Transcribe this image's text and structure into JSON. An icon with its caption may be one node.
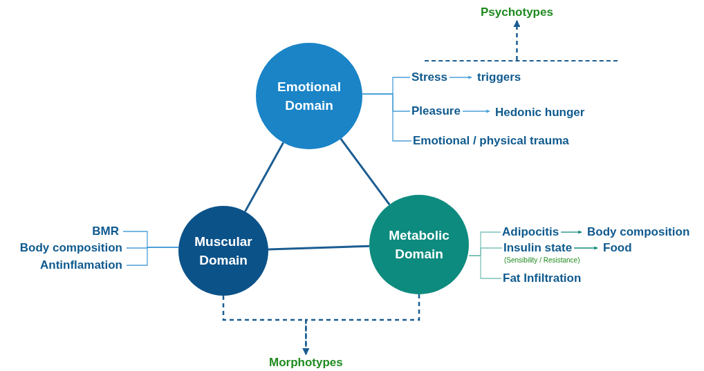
{
  "diagram": {
    "nodes": [
      {
        "text": [
          "Emotional Domain"
        ]
      },
      {
        "text": [
          "Muscular Domain"
        ]
      },
      {
        "text": [
          "Metabolic Domain"
        ]
      },
      {
        "text": [
          "Stress"
        ]
      },
      {
        "text": [
          "triggers"
        ]
      },
      {
        "text": [
          "Pleasure"
        ]
      },
      {
        "text": [
          "Hedonic hunger"
        ]
      },
      {
        "text": [
          "Emotional / physical trauma"
        ]
      },
      {
        "text": [
          "BMR"
        ]
      },
      {
        "text": [
          "Body composition"
        ]
      },
      {
        "text": [
          "Antinflamation"
        ]
      },
      {
        "text": [
          "Adipocitis"
        ]
      },
      {
        "text": [
          "Body composition"
        ]
      },
      {
        "text": [
          "Insulin state"
        ],
        "beside": [
          "(Sensibility / Resistance)"
        ]
      },
      {
        "text": [
          "Food"
        ]
      },
      {
        "text": [
          "Fat Infiltration"
        ]
      },
      {
        "text": [
          "Psychotypes"
        ]
      },
      {
        "text": [
          "Morphotypes"
        ]
      },
      {
        "text": [],
        "shape": "line"
      }
    ],
    "edges": [
      {
        "from": 0,
        "to": 1,
        "arrow": "none",
        "style": "thick",
        "color": "#1b5c91"
      },
      {
        "from": 0,
        "to": 2,
        "arrow": "none",
        "style": "thick",
        "color": "#1b5c91"
      },
      {
        "from": 1,
        "to": 2,
        "arrow": "none",
        "style": "thick",
        "color": "#1b5c91"
      },
      {
        "from": 0,
        "to": 3,
        "arrow": "none"
      },
      {
        "from": 0,
        "to": 5,
        "arrow": "none"
      },
      {
        "from": 0,
        "to": 7,
        "arrow": "none"
      },
      {
        "from": 3,
        "to": 4,
        "arrow": "to"
      },
      {
        "from": 5,
        "to": 6,
        "arrow": "to"
      },
      {
        "from": 1,
        "to": 8,
        "arrow": "none"
      },
      {
        "from": 1,
        "to": 9,
        "arrow": "none"
      },
      {
        "from": 1,
        "to": 10,
        "arrow": "none"
      },
      {
        "from": 2,
        "to": 11,
        "arrow": "none",
        "color": "#7cc2b9"
      },
      {
        "from": 2,
        "to": 13,
        "arrow": "none",
        "color": "#7cc2b9"
      },
      {
        "from": 2,
        "to": 15,
        "arrow": "none",
        "color": "#7cc2b9"
      },
      {
        "from": 11,
        "to": 12,
        "arrow": "to",
        "color": "#14897c"
      },
      {
        "from": 13,
        "to": 14,
        "arrow": "to",
        "color": "#14897c"
      },
      {
        "from": 18,
        "to": 16,
        "arrow": "to",
        "style": "dashed",
        "color": "#1b5c91"
      },
      {
        "from": 1,
        "to": 17,
        "arrow": "to",
        "style": "dashed",
        "color": "#1b5c91"
      },
      {
        "from": 2,
        "to": 17,
        "arrow": "to",
        "style": "dashed",
        "color": "#1b5c91"
      }
    ]
  }
}
